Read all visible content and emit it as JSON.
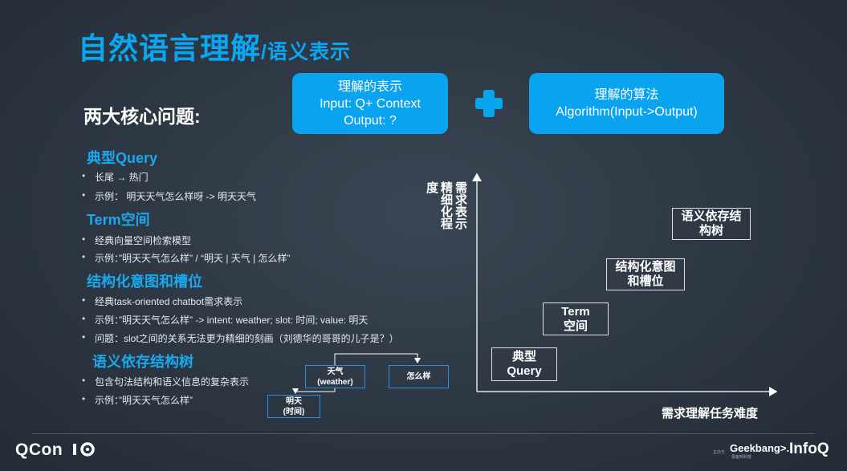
{
  "slide": {
    "title_main": "自然语言理解",
    "title_sub": "/语义表示",
    "two_questions": "两大核心问题:",
    "box_representation": {
      "line1": "理解的表示",
      "line2": "Input: Q+ Context",
      "line3": "Output: ?"
    },
    "box_algorithm": {
      "line1": "理解的算法",
      "line2": "Algorithm(Input->Output)"
    },
    "colors": {
      "accent": "#0aa3f0",
      "background": "#2d3743"
    }
  },
  "sections": [
    {
      "heading": "典型Query",
      "bullets": [
        "长尾 → 热门",
        "示例： 明天天气怎么样呀 -> 明天天气"
      ]
    },
    {
      "heading": "Term空间",
      "bullets": [
        "经典向量空间检索模型",
        "示例：”明天天气怎么样” / “明天 | 天气 | 怎么样”"
      ]
    },
    {
      "heading": "结构化意图和槽位",
      "bullets": [
        "经典task-oriented chatbot需求表示",
        "示例：”明天天气怎么样” -> intent: weather; slot: 时间; value: 明天",
        "问题：slot之间的关系无法更为精细的刻画（刘德华的哥哥的儿子是？）"
      ]
    },
    {
      "heading": "语义依存结构树",
      "bullets": [
        "包含句法结构和语义信息的复杂表示",
        "示例：”明天天气怎么样”"
      ]
    }
  ],
  "tree": {
    "node_weather_1": "天气",
    "node_weather_2": "(weather)",
    "node_how": "怎么样",
    "node_tomorrow_1": "明天",
    "node_tomorrow_2": "(时间)"
  },
  "chart": {
    "y_label": "需求表示精细化程度",
    "x_label": "需求理解任务难度",
    "boxes": [
      {
        "line1": "典型",
        "line2": "Query"
      },
      {
        "line1": "Term",
        "line2": "空间"
      },
      {
        "line1": "结构化意图",
        "line2": "和槽位"
      },
      {
        "line1": "语义依存结",
        "line2": "构树"
      }
    ]
  },
  "footer": {
    "qcon": "QCon",
    "organizer": "主办方",
    "geekbang": "Geekbang>.",
    "geekbang_sub": "极客邦科技",
    "infoq": "InfoQ"
  }
}
